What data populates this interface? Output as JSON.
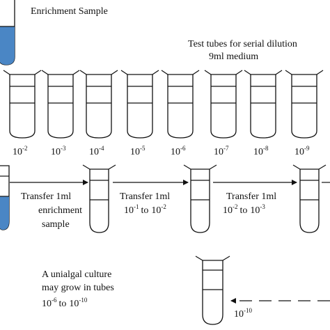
{
  "diagram": {
    "enrichment_label": "Enrichment Sample",
    "test_tubes_title_1": "Test tubes for serial dilution",
    "test_tubes_title_2": "9ml medium",
    "dilution_labels": [
      {
        "base": "10",
        "exp": "-2"
      },
      {
        "base": "10",
        "exp": "-3"
      },
      {
        "base": "10",
        "exp": "-4"
      },
      {
        "base": "10",
        "exp": "-5"
      },
      {
        "base": "10",
        "exp": "-6"
      },
      {
        "base": "10",
        "exp": "-7"
      },
      {
        "base": "10",
        "exp": "-8"
      },
      {
        "base": "10",
        "exp": "-9"
      }
    ],
    "transfer_1": [
      "Transfer 1ml",
      "enrichment",
      "sample"
    ],
    "transfer_2": {
      "line1": "Transfer 1ml",
      "from_base": "10",
      "from_exp": "-1",
      "to_word": "to",
      "to_base": "10",
      "to_exp": "-2"
    },
    "transfer_3": {
      "line1": "Transfer 1ml",
      "from_base": "10",
      "from_exp": "-2",
      "to_word": "to",
      "to_base": "10",
      "to_exp": "-3"
    },
    "culture_note": {
      "line1": "A unialgal culture",
      "line2": "may grow in tubes",
      "from_base": "10",
      "from_exp": "-6",
      "to_word": "to",
      "to_base": "10",
      "to_exp": "-10"
    },
    "final_label": {
      "base": "10",
      "exp": "-10"
    },
    "colors": {
      "liquid": "#4a86c5",
      "stroke": "#111111"
    }
  }
}
